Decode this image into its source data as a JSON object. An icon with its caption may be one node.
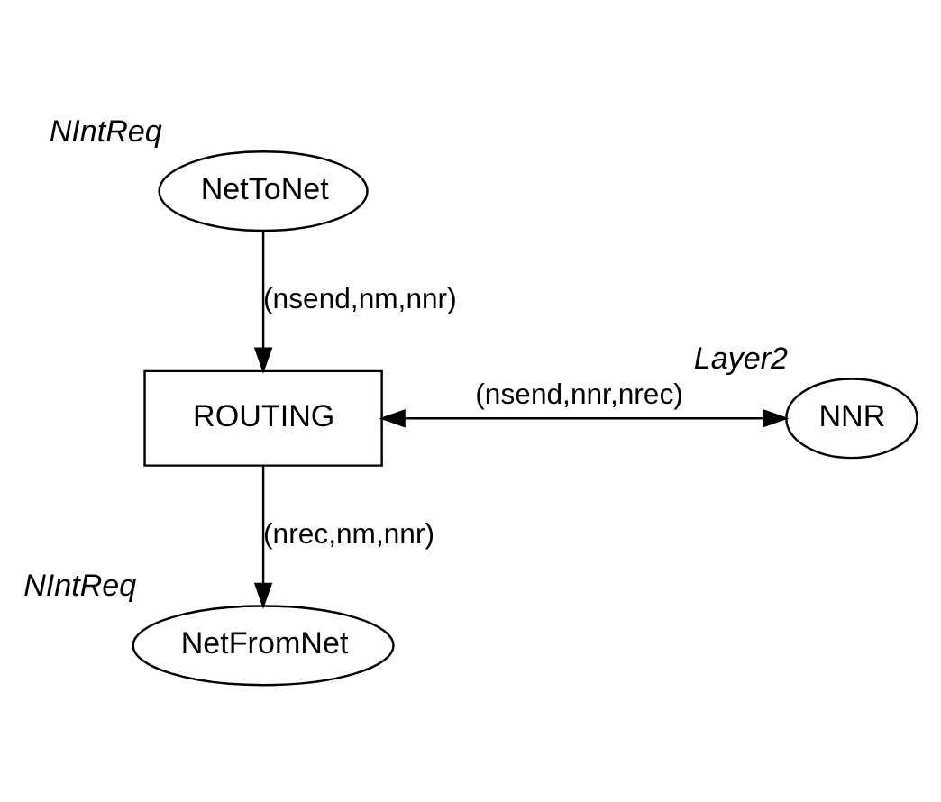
{
  "diagram": {
    "nodes": [
      {
        "text": [
          "NetToNet"
        ],
        "beside": [
          "NIntReq"
        ]
      },
      {
        "text": [
          "ROUTING"
        ]
      },
      {
        "text": [
          "NNR"
        ],
        "beside": [
          "Layer2"
        ]
      },
      {
        "text": [
          "NetFromNet"
        ],
        "beside": [
          "NIntReq"
        ]
      }
    ],
    "edges": [
      {
        "from": 0,
        "to": 1,
        "arrow": "to",
        "label": "(nsend,nm,nnr)"
      },
      {
        "from": 1,
        "to": 2,
        "arrow": "both",
        "label": "(nsend,nnr,nrec)"
      },
      {
        "from": 1,
        "to": 3,
        "arrow": "to",
        "label": "(nrec,nm,nnr)"
      }
    ]
  }
}
